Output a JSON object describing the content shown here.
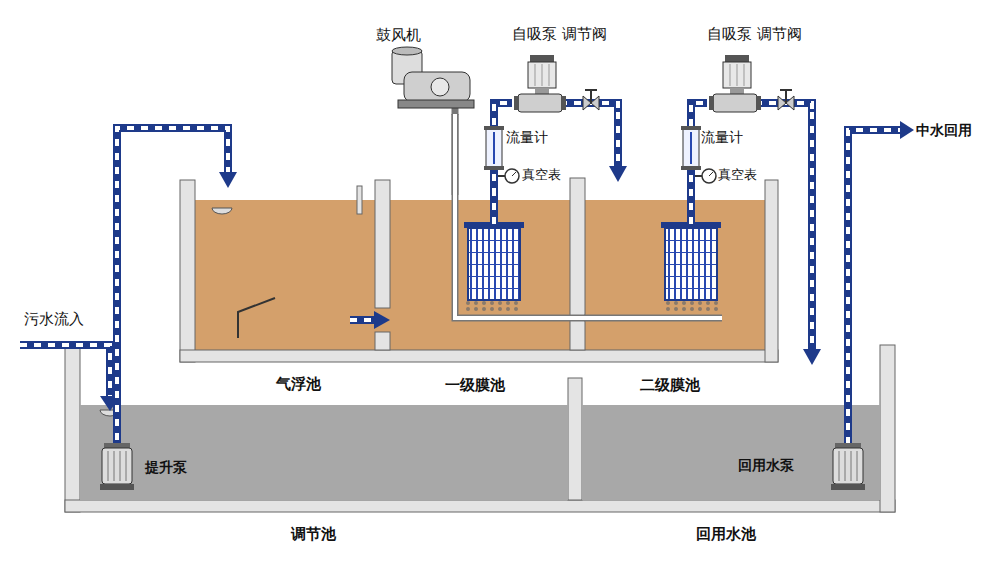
{
  "diagram": {
    "nodes": [
      {
        "text": [
          "鼓风机"
        ]
      },
      {
        "text": [
          "自吸泵 调节阀"
        ]
      },
      {
        "text": [
          "自吸泵 调节阀"
        ]
      },
      {
        "text": [
          "气浮池"
        ]
      },
      {
        "text": [
          "一级膜池"
        ]
      },
      {
        "text": [
          "二级膜池"
        ]
      },
      {
        "text": [
          "调节池"
        ]
      },
      {
        "text": [
          "提升泵"
        ],
        "in": 6
      },
      {
        "text": [
          "回用水池"
        ]
      },
      {
        "text": [
          "回用水泵"
        ],
        "in": 8
      }
    ],
    "edges": [
      {
        "from": 7,
        "to": 3,
        "arrow": "to"
      },
      {
        "from": 3,
        "to": 4,
        "arrow": "to"
      },
      {
        "from": 0,
        "to": 4,
        "arrow": "none"
      },
      {
        "from": 0,
        "to": 5,
        "arrow": "none"
      },
      {
        "from": 4,
        "to": 1,
        "arrow": "none"
      },
      {
        "from": 1,
        "to": 5,
        "arrow": "to"
      },
      {
        "from": 5,
        "to": 2,
        "arrow": "none"
      },
      {
        "from": 2,
        "to": 8,
        "arrow": "to"
      }
    ],
    "labels": [
      "污水流入",
      "流量计",
      "真空表",
      "流量计",
      "真空表",
      "中水回用"
    ]
  }
}
